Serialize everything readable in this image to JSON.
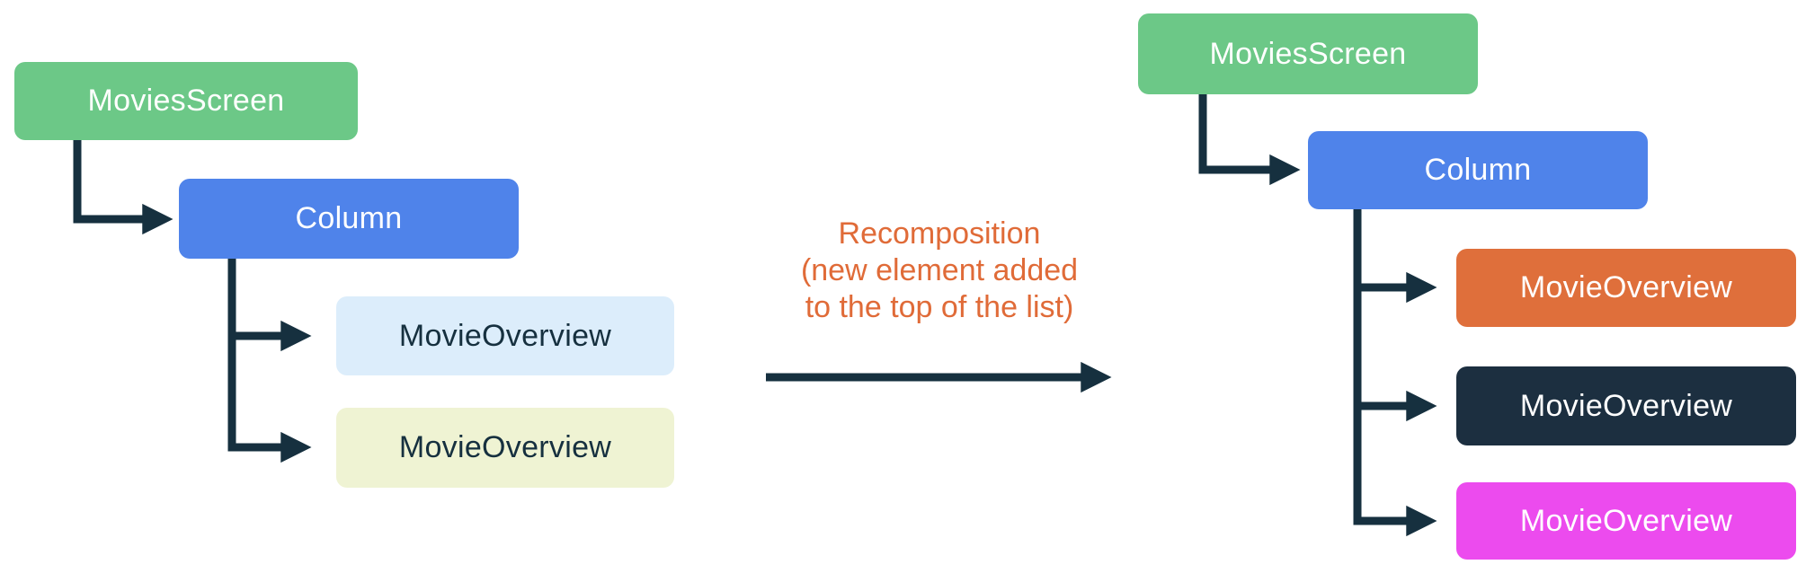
{
  "left_tree": {
    "root": {
      "label": "MoviesScreen",
      "bg": "#6cc887",
      "fg": "#ffffff"
    },
    "column": {
      "label": "Column",
      "bg": "#4f83ea",
      "fg": "#ffffff"
    },
    "children": [
      {
        "label": "MovieOverview",
        "bg": "#dcedfb",
        "fg": "#16303f"
      },
      {
        "label": "MovieOverview",
        "bg": "#eff3d3",
        "fg": "#16303f"
      }
    ]
  },
  "right_tree": {
    "root": {
      "label": "MoviesScreen",
      "bg": "#6cc887",
      "fg": "#ffffff"
    },
    "column": {
      "label": "Column",
      "bg": "#4f83ea",
      "fg": "#ffffff"
    },
    "children": [
      {
        "label": "MovieOverview",
        "bg": "#df6f3b",
        "fg": "#ffffff"
      },
      {
        "label": "MovieOverview",
        "bg": "#1c2f40",
        "fg": "#ffffff"
      },
      {
        "label": "MovieOverview",
        "bg": "#ec4bee",
        "fg": "#ffffff"
      }
    ]
  },
  "center_annotation": {
    "line1": "Recomposition",
    "line2": "(new element added",
    "line3": "to the top of the list)",
    "text_color": "#e06b38"
  },
  "connector_color": "#16303f"
}
